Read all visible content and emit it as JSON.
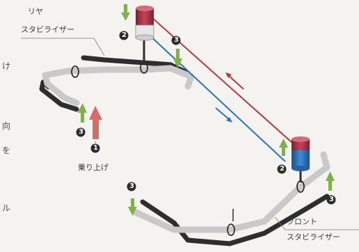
{
  "labels": {
    "rear_stabilizer_line1": "リヤ",
    "rear_stabilizer_line2": "スタビライザー",
    "front_stabilizer_line1": "フロント",
    "front_stabilizer_line2": "スタビライザー",
    "ride_up": "乗り上げ"
  },
  "markers": {
    "step1": "1",
    "step2": "2",
    "step3": "3"
  },
  "side_chars": [
    "け",
    "向",
    "を",
    "ル"
  ],
  "colors": {
    "bar_light": "#c9c9c9",
    "bar_dark": "#2e2e2e",
    "red_line": "#b23a3a",
    "blue_line": "#2f6fb6",
    "cylinder_red": "#b0364a",
    "cylinder_blue": "#2f77c4",
    "arrow_green": "#7fb04a",
    "arrow_red": "#d86a6a",
    "marker_fill": "#2b2b2b"
  }
}
